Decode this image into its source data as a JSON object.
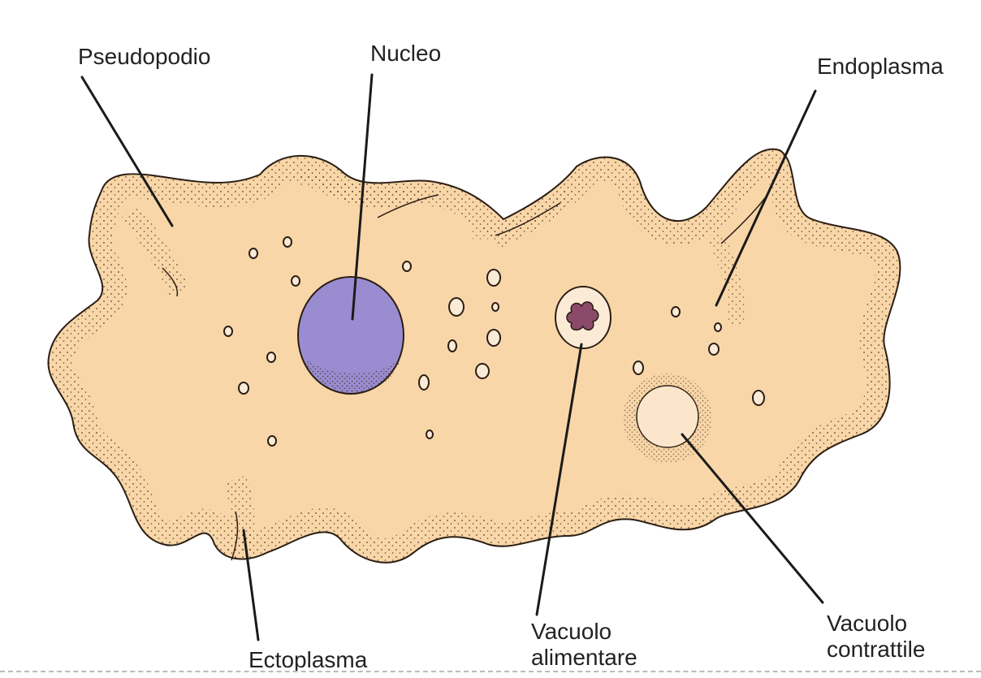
{
  "labels": {
    "pseudopodio": "Pseudopodio",
    "nucleo": "Nucleo",
    "endoplasma": "Endoplasma",
    "ectoplasma": "Ectoplasma",
    "vacuolo_alimentare": [
      "Vacuolo",
      "alimentare"
    ],
    "vacuolo_contrattile": [
      "Vacuolo",
      "contrattile"
    ]
  },
  "colors": {
    "cytoplasm": "#F9D6A8",
    "ectoplasm_stipple": "#3a2a1a",
    "nucleus": "#9A8CD0",
    "food_vacuole": "#FBEBD6",
    "food_particle": "#8B4A6A",
    "contractile_vacuole": "#FBE6CC",
    "outline": "#2a1e14"
  }
}
